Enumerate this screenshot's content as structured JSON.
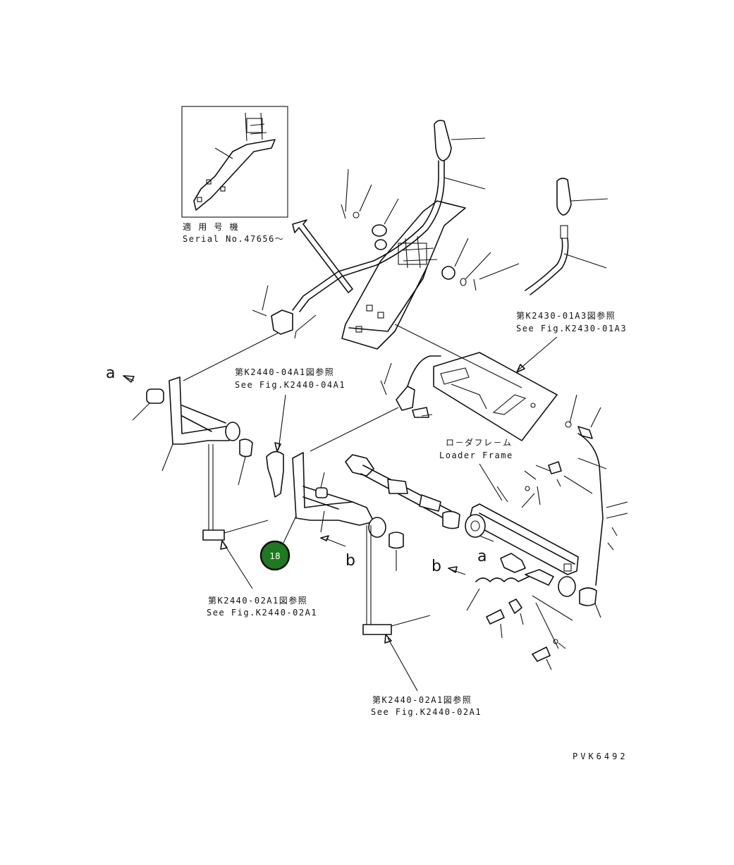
{
  "inset": {
    "line1": "適 用 号 機",
    "line2": "Serial No.47656～"
  },
  "refs": {
    "k2430_jp": "第K2430-01A3図参照",
    "k2430_en": "See Fig.K2430-01A3",
    "k2440_04_jp": "第K2440-04A1図参照",
    "k2440_04_en": "See Fig.K2440-04A1",
    "k2440_02a_jp": "第K2440-02A1図参照",
    "k2440_02a_en": "See Fig.K2440-02A1",
    "k2440_02b_jp": "第K2440-02A1図参照",
    "k2440_02b_en": "See Fig.K2440-02A1"
  },
  "loader_frame": {
    "jp": "ロ－ダフレ－ム",
    "en": "Loader Frame"
  },
  "markers": {
    "a_left": "a",
    "a_right": "a",
    "b_left": "b",
    "b_right": "b"
  },
  "badge": {
    "label": "18",
    "color": "#1e7a1e"
  },
  "drawing_code": "PVK6492"
}
